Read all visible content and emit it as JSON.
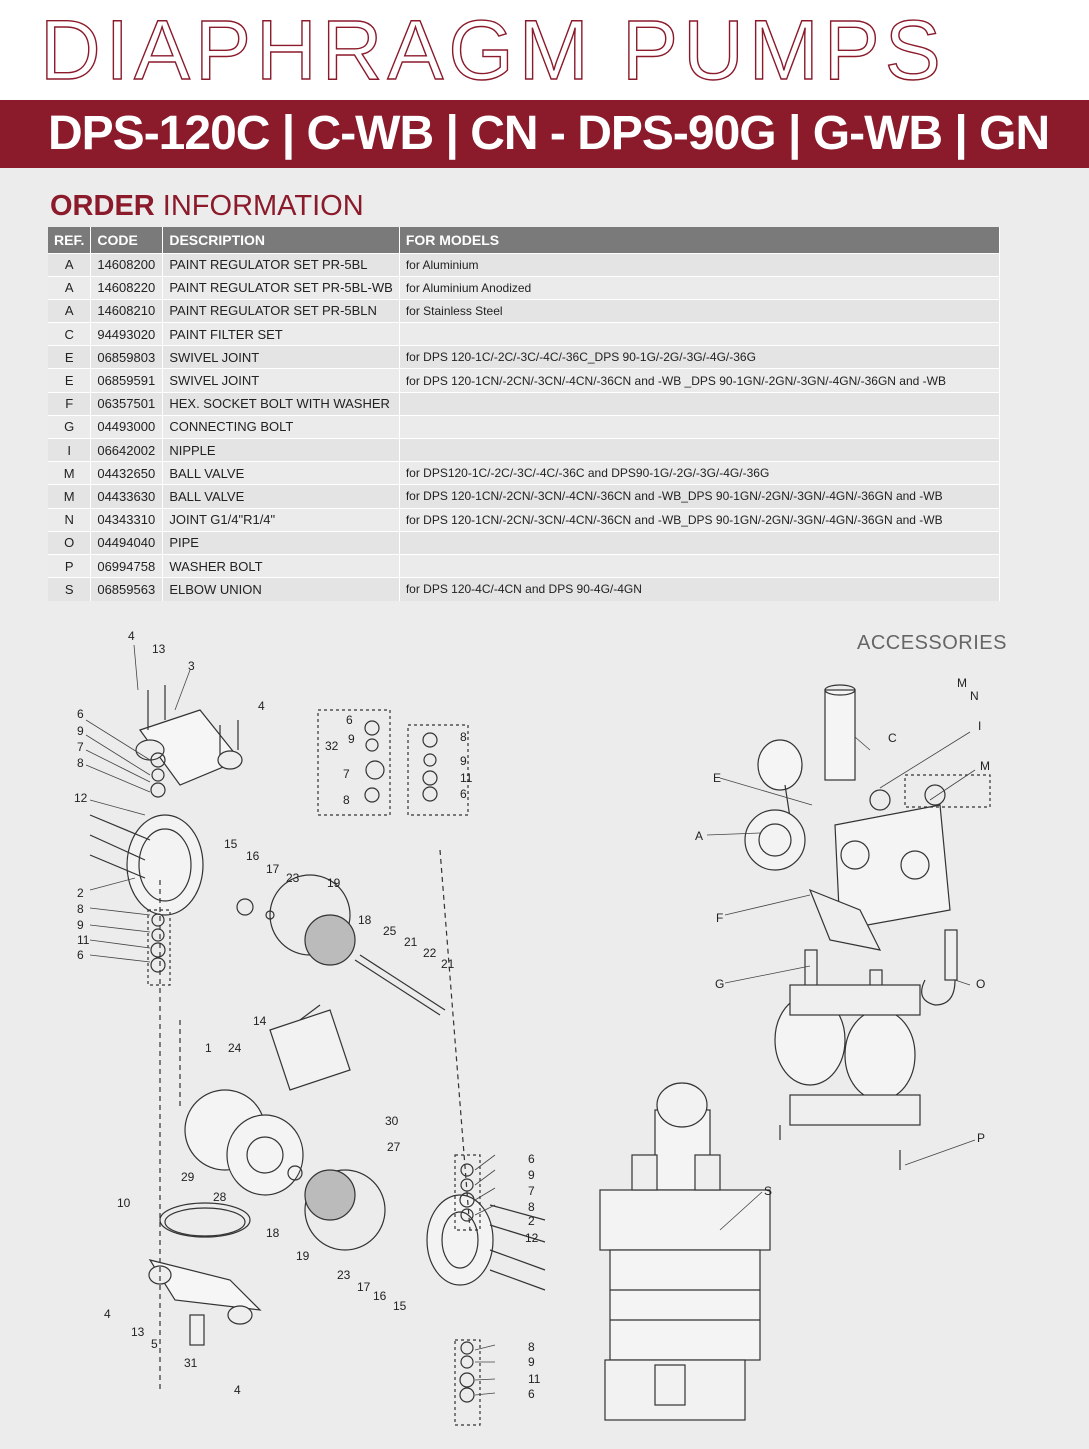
{
  "header": {
    "title": "DIAPHRAGM PUMPS",
    "models": "DPS-120C | C-WB | CN - DPS-90G | G-WB | GN"
  },
  "section": {
    "title_bold": "ORDER",
    "title_light": "INFORMATION"
  },
  "table": {
    "headers": {
      "ref": "REF.",
      "code": "CODE",
      "description": "DESCRIPTION",
      "models": "FOR MODELS"
    },
    "rows": [
      {
        "ref": "A",
        "code": "14608200",
        "description": "PAINT REGULATOR SET PR-5BL",
        "models": "for Aluminium"
      },
      {
        "ref": "A",
        "code": "14608220",
        "description": "PAINT REGULATOR SET PR-5BL-WB",
        "models": "for Aluminium Anodized"
      },
      {
        "ref": "A",
        "code": "14608210",
        "description": "PAINT REGULATOR SET PR-5BLN",
        "models": "for Stainless Steel"
      },
      {
        "ref": "C",
        "code": "94493020",
        "description": "PAINT FILTER SET",
        "models": ""
      },
      {
        "ref": "E",
        "code": "06859803",
        "description": "SWIVEL JOINT",
        "models": "for DPS 120-1C/-2C/-3C/-4C/-36C_DPS 90-1G/-2G/-3G/-4G/-36G"
      },
      {
        "ref": "E",
        "code": "06859591",
        "description": "SWIVEL JOINT",
        "models": "for DPS 120-1CN/-2CN/-3CN/-4CN/-36CN and -WB _DPS 90-1GN/-2GN/-3GN/-4GN/-36GN and -WB"
      },
      {
        "ref": "F",
        "code": "06357501",
        "description": "HEX. SOCKET BOLT WITH WASHER",
        "models": ""
      },
      {
        "ref": "G",
        "code": "04493000",
        "description": "CONNECTING BOLT",
        "models": ""
      },
      {
        "ref": "I",
        "code": "06642002",
        "description": "NIPPLE",
        "models": ""
      },
      {
        "ref": "M",
        "code": "04432650",
        "description": "BALL VALVE",
        "models": "for DPS120-1C/-2C/-3C/-4C/-36C and DPS90-1G/-2G/-3G/-4G/-36G"
      },
      {
        "ref": "M",
        "code": "04433630",
        "description": "BALL VALVE",
        "models": "for DPS 120-1CN/-2CN/-3CN/-4CN/-36CN and -WB_DPS 90-1GN/-2GN/-3GN/-4GN/-36GN and -WB"
      },
      {
        "ref": "N",
        "code": "04343310",
        "description": "JOINT G1/4\"R1/4\"",
        "models": "for DPS 120-1CN/-2CN/-3CN/-4CN/-36CN and -WB_DPS 90-1GN/-2GN/-3GN/-4GN/-36GN and -WB"
      },
      {
        "ref": "O",
        "code": "04494040",
        "description": "PIPE",
        "models": ""
      },
      {
        "ref": "P",
        "code": "06994758",
        "description": "WASHER BOLT",
        "models": ""
      },
      {
        "ref": "S",
        "code": "06859563",
        "description": "ELBOW UNION",
        "models": "for DPS 120-4C/-4CN and DPS 90-4G/-4GN"
      }
    ]
  },
  "accessories_title": "ACCESSORIES",
  "exploded_labels": [
    "4",
    "13",
    "3",
    "4",
    "6",
    "9",
    "7",
    "8",
    "12",
    "2",
    "8",
    "9",
    "11",
    "6",
    "15",
    "16",
    "17",
    "23",
    "19",
    "18",
    "25",
    "21",
    "22",
    "21",
    "14",
    "1",
    "24",
    "30",
    "27",
    "29",
    "28",
    "10",
    "18",
    "19",
    "23",
    "17",
    "16",
    "15",
    "4",
    "13",
    "5",
    "31",
    "4",
    "6",
    "9",
    "7",
    "8",
    "2",
    "12",
    "8",
    "9",
    "11",
    "6",
    "6",
    "9",
    "32",
    "7",
    "8",
    "8",
    "9",
    "11",
    "6"
  ],
  "accessory_labels": [
    "C",
    "E",
    "A",
    "I",
    "M",
    "F",
    "G",
    "O",
    "P",
    "S",
    "M",
    "N"
  ]
}
